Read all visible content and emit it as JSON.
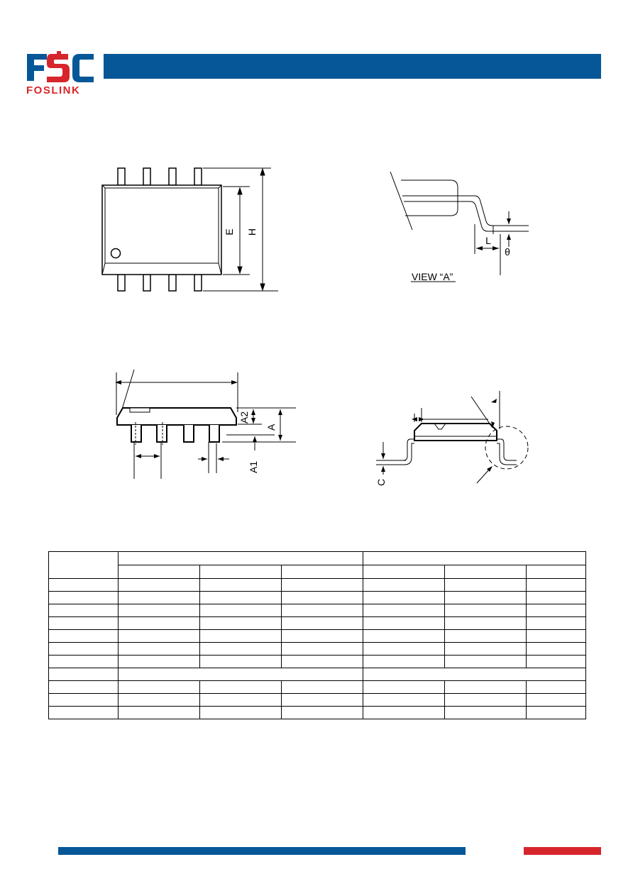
{
  "brand": {
    "name": "FOSLINK",
    "logo_letters": "FSC",
    "colors": {
      "blue": "#055797",
      "red": "#d7262b"
    }
  },
  "top_view": {
    "dim_e": "E",
    "dim_h": "H"
  },
  "view_a": {
    "caption": "VIEW “A”",
    "dim_l": "L",
    "dim_theta": "θ"
  },
  "side_view": {
    "dim_a": "A",
    "dim_a1": "A1",
    "dim_a2": "A2"
  },
  "end_view": {
    "dim_c": "C"
  },
  "dimension_table": {
    "columns": 7,
    "body_rows": 11
  }
}
